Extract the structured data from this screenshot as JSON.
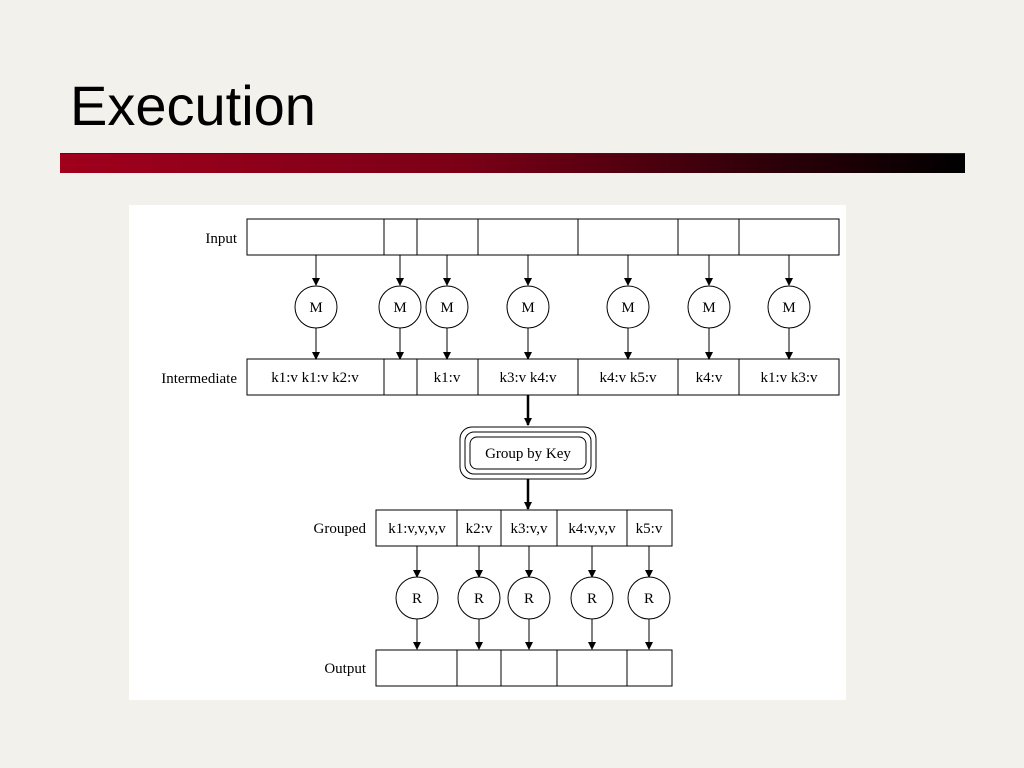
{
  "slide": {
    "title": "Execution"
  },
  "diagram": {
    "row_labels": {
      "input": "Input",
      "intermediate": "Intermediate",
      "grouped": "Grouped",
      "output": "Output"
    },
    "map_label": "M",
    "reduce_label": "R",
    "group_label": "Group by Key",
    "intermediate_cells": [
      "k1:v k1:v k2:v",
      "",
      "k1:v",
      "k3:v k4:v",
      "k4:v k5:v",
      "k4:v",
      "k1:v k3:v"
    ],
    "grouped_cells": [
      "k1:v,v,v,v",
      "k2:v",
      "k3:v,v",
      "k4:v,v,v",
      "k5:v"
    ],
    "input_cell_count": 7,
    "map_count": 7,
    "reduce_count": 5,
    "output_cell_count": 5
  }
}
